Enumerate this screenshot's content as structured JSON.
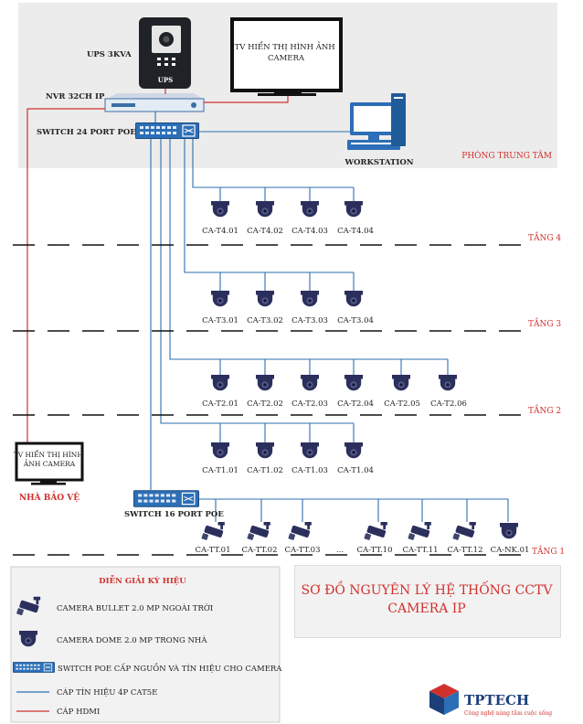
{
  "center": {
    "room_label": "PHÒNG TRUNG TÂM",
    "ups_label": "UPS 3KVA",
    "ups_badge": "UPS",
    "tv_label": "TV HIỂN THỊ HÌNH ẢNH CAMERA",
    "nvr_label": "NVR 32CH IP",
    "switch_label": "SWITCH 24 PORT POE",
    "workstation_label": "WORKSTATION"
  },
  "guard": {
    "tv_label": "TV HIỂN THỊ HÌNH ẢNH CAMERA",
    "room_label": "NHÀ BẢO VỆ"
  },
  "floors": {
    "f4": {
      "label": "TẦNG 4",
      "cameras": [
        "CA-T4.01",
        "CA-T4.02",
        "CA-T4.03",
        "CA-T4.04"
      ]
    },
    "f3": {
      "label": "TẦNG 3",
      "cameras": [
        "CA-T3.01",
        "CA-T3.02",
        "CA-T3.03",
        "CA-T3.04"
      ]
    },
    "f2": {
      "label": "TẦNG 2",
      "cameras": [
        "CA-T2.01",
        "CA-T2.02",
        "CA-T2.03",
        "CA-T2.04",
        "CA-T2.05",
        "CA-T2.06"
      ]
    },
    "f1u": {
      "cameras": [
        "CA-T1.01",
        "CA-T1.02",
        "CA-T1.03",
        "CA-T1.04"
      ]
    },
    "f1": {
      "label": "TẦNG 1",
      "switch_label": "SWITCH 16 PORT POE",
      "cameras": [
        "CA-TT.01",
        "CA-TT.02",
        "CA-TT.03",
        "CA-TT.10",
        "CA-TT.11",
        "CA-TT.12",
        "CA-NK.01"
      ],
      "ellipsis": "..."
    }
  },
  "legend": {
    "title": "DIỄN GIẢI KÝ HIỆU",
    "bullet": "CAMERA BULLET 2.0 MP NGOÀI TRỜI",
    "dome": "CAMERA DOME 2.0 MP TRONG NHÀ",
    "switch": "SWITCH POE CẤP NGUỒN VÀ TÍN HIỆU CHO CAMERA",
    "cable_signal": "CÁP TÍN HIỆU 4P CAT5E",
    "cable_hdmi": "CÁP HDMI"
  },
  "title": {
    "line1": "SƠ ĐỒ NGUYÊN LÝ HỆ THỐNG CCTV",
    "line2": "CAMERA IP"
  },
  "logo": {
    "name": "TPTECH",
    "slogan": "Công nghệ nâng tầm cuộc sống"
  },
  "colors": {
    "signal": "#2e6fb0",
    "hdmi": "#d0312d",
    "camera": "#2b2f5c",
    "switch": "#2c6fb6",
    "room_bg": "#ececec"
  }
}
